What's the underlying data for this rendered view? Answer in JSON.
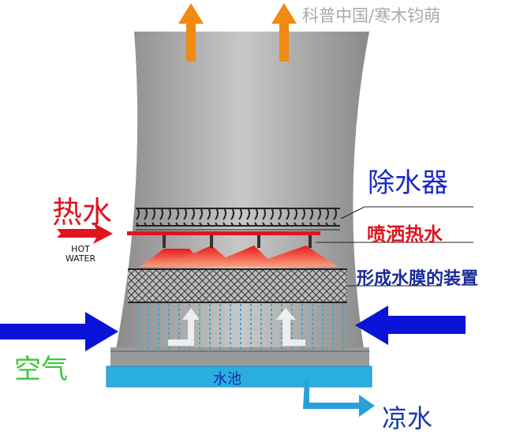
{
  "watermark": "科普中国/寒木钧萌",
  "labels": {
    "demister": "除水器",
    "hot_water": "热水",
    "hot_water_en_1": "HOT",
    "hot_water_en_2": "WATER",
    "spray_hot_water": "喷洒热水",
    "film_device": "形成水膜的装置",
    "air": "空气",
    "pool": "水池",
    "cool_water": "凉水"
  },
  "colors": {
    "tower": "#9a9a9a",
    "hot": "#e0141e",
    "spray": "#f0603a",
    "air_arrow": "#0a14d8",
    "exhaust_arrow": "#f08a10",
    "pool": "#2aaee0",
    "cool_arrow": "#2aa0d8",
    "air_label": "#3cc83c",
    "label_blue": "#1a2a9a"
  }
}
